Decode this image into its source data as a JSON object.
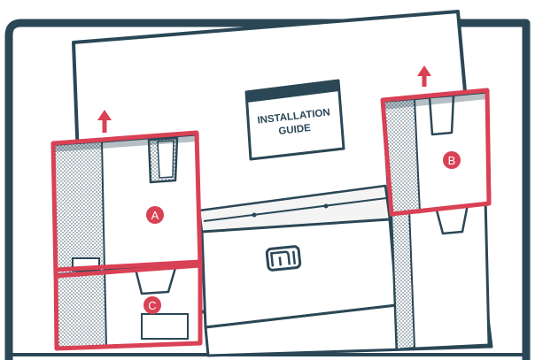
{
  "guide": {
    "title_line1": "INSTALLATION",
    "title_line2": "GUIDE"
  },
  "brand": {
    "logo_text": "MI"
  },
  "parts": {
    "a": "A",
    "b": "B",
    "c": "C"
  },
  "colors": {
    "outline": "#2b4756",
    "accent": "#d94155",
    "paper": "#ffffff",
    "panel_grey": "#f4f4f4",
    "foam_dots": "#33505e"
  },
  "icons": {
    "lift_arrow_a": "arrow-up-icon",
    "lift_arrow_b": "arrow-up-icon",
    "brand_logo": "mi-logo-icon"
  }
}
